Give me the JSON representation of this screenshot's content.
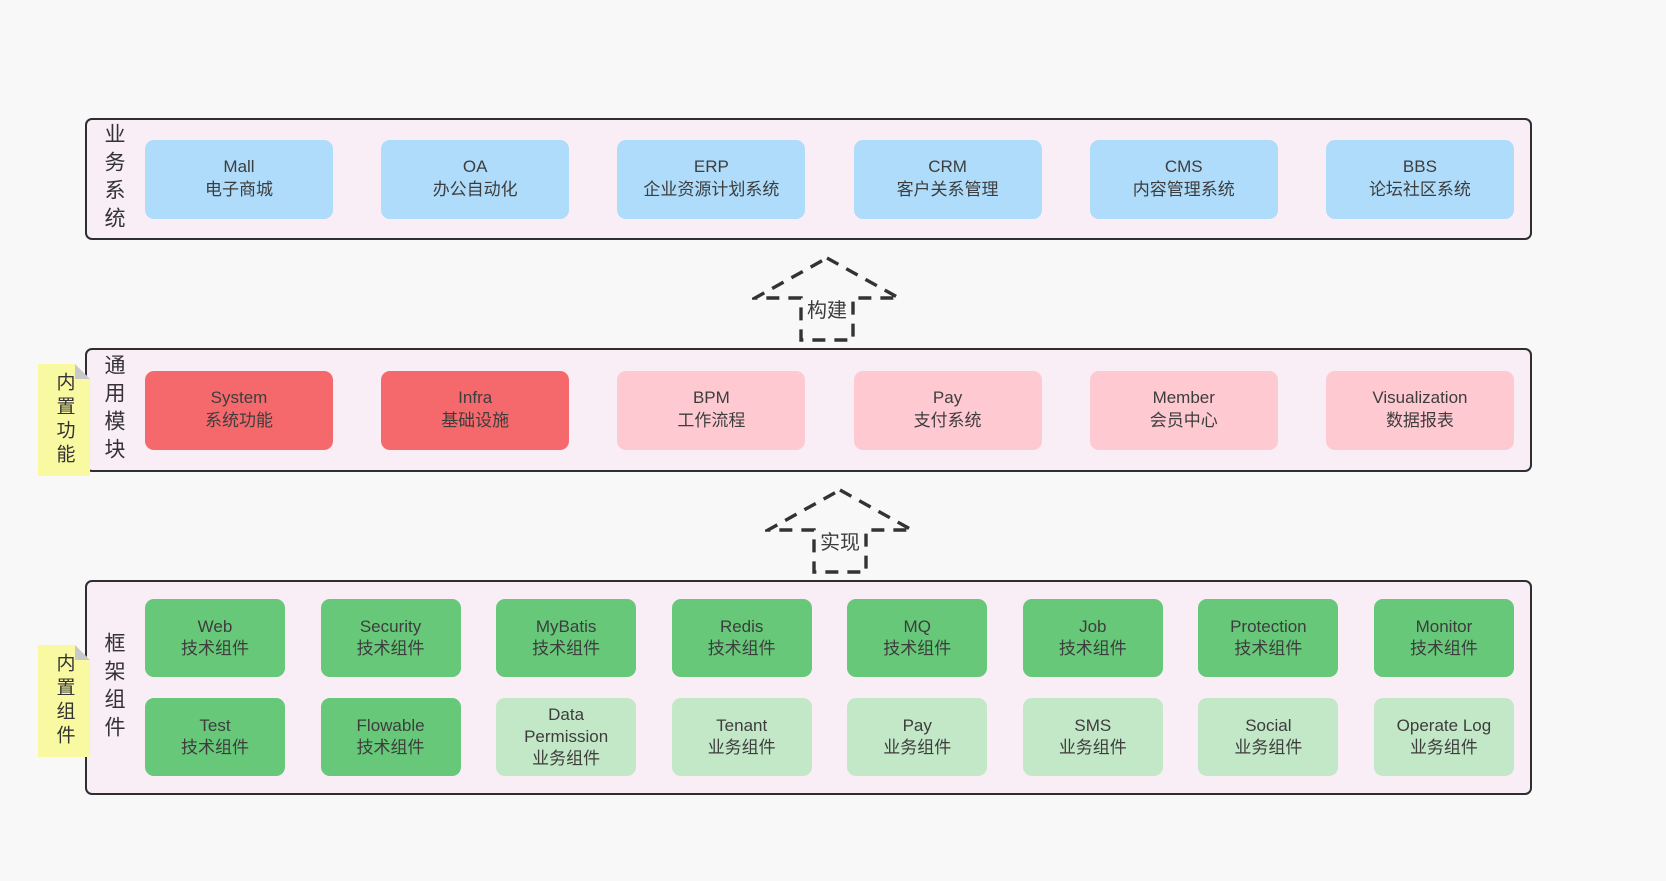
{
  "colors": {
    "page_bg": "#f8f8f8",
    "panel_bg": "#f9edf6",
    "panel_border": "#2f2f2f",
    "blue": "#aedcfa",
    "red": "#f5696c",
    "pink": "#ffc9d2",
    "green": "#66c878",
    "light_green": "#c3e8c7",
    "note_yellow": "#f9f9a1",
    "note_fold": "#c8c8c8",
    "text": "#3d3d3d",
    "arrow": "#333333"
  },
  "sections": [
    {
      "label": "业务系统",
      "boxes": [
        {
          "title": "Mall",
          "subtitle": "电子商城",
          "variant": "blue"
        },
        {
          "title": "OA",
          "subtitle": "办公自动化",
          "variant": "blue"
        },
        {
          "title": "ERP",
          "subtitle": "企业资源计划系统",
          "variant": "blue"
        },
        {
          "title": "CRM",
          "subtitle": "客户关系管理",
          "variant": "blue"
        },
        {
          "title": "CMS",
          "subtitle": "内容管理系统",
          "variant": "blue"
        },
        {
          "title": "BBS",
          "subtitle": "论坛社区系统",
          "variant": "blue"
        }
      ]
    },
    {
      "label": "通用模块",
      "note": "内置功能",
      "boxes": [
        {
          "title": "System",
          "subtitle": "系统功能",
          "variant": "red"
        },
        {
          "title": "Infra",
          "subtitle": "基础设施",
          "variant": "red"
        },
        {
          "title": "BPM",
          "subtitle": "工作流程",
          "variant": "pink"
        },
        {
          "title": "Pay",
          "subtitle": "支付系统",
          "variant": "pink"
        },
        {
          "title": "Member",
          "subtitle": "会员中心",
          "variant": "pink"
        },
        {
          "title": "Visualization",
          "subtitle": "数据报表",
          "variant": "pink"
        }
      ]
    },
    {
      "label": "框架组件",
      "note": "内置组件",
      "rows": [
        [
          {
            "title": "Web",
            "subtitle": "技术组件",
            "variant": "green"
          },
          {
            "title": "Security",
            "subtitle": "技术组件",
            "variant": "green"
          },
          {
            "title": "MyBatis",
            "subtitle": "技术组件",
            "variant": "green"
          },
          {
            "title": "Redis",
            "subtitle": "技术组件",
            "variant": "green"
          },
          {
            "title": "MQ",
            "subtitle": "技术组件",
            "variant": "green"
          },
          {
            "title": "Job",
            "subtitle": "技术组件",
            "variant": "green"
          },
          {
            "title": "Protection",
            "subtitle": "技术组件",
            "variant": "green"
          },
          {
            "title": "Monitor",
            "subtitle": "技术组件",
            "variant": "green"
          }
        ],
        [
          {
            "title": "Test",
            "subtitle": "技术组件",
            "variant": "green"
          },
          {
            "title": "Flowable",
            "subtitle": "技术组件",
            "variant": "green"
          },
          {
            "title": "Data Permission",
            "subtitle": "业务组件",
            "variant": "lightgreen"
          },
          {
            "title": "Tenant",
            "subtitle": "业务组件",
            "variant": "lightgreen"
          },
          {
            "title": "Pay",
            "subtitle": "业务组件",
            "variant": "lightgreen"
          },
          {
            "title": "SMS",
            "subtitle": "业务组件",
            "variant": "lightgreen"
          },
          {
            "title": "Social",
            "subtitle": "业务组件",
            "variant": "lightgreen"
          },
          {
            "title": "Operate Log",
            "subtitle": "业务组件",
            "variant": "lightgreen"
          }
        ]
      ]
    }
  ],
  "arrows": [
    {
      "label": "构建"
    },
    {
      "label": "实现"
    }
  ]
}
